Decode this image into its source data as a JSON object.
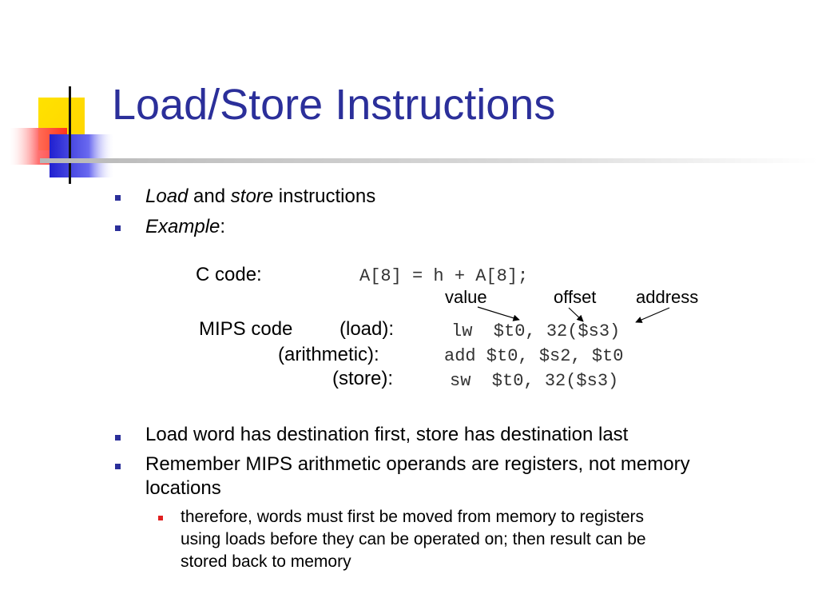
{
  "slide": {
    "title": "Load/Store Instructions",
    "bullets_top": [
      {
        "a": "Load",
        "b": " and ",
        "c": "store",
        "d": " instructions"
      },
      {
        "a": "Example",
        "b": ":"
      }
    ],
    "code": {
      "c_label": "C code:",
      "c_line": "A[8] = h + A[8];",
      "annot_value": "value",
      "annot_offset": "offset",
      "annot_address": "address",
      "mips_label": "MIPS code",
      "load_label": "(load):",
      "arith_label": "(arithmetic):",
      "store_label": "(store):",
      "load_line": "lw  $t0, 32($s3)",
      "arith_line": "add $t0, $s2, $t0",
      "store_line": "sw  $t0, 32($s3)"
    },
    "bullets_bottom": [
      "Load word has destination first, store has destination last",
      "Remember MIPS arithmetic operands are registers, not memory",
      "locations"
    ],
    "sub_bullet": [
      "therefore, words must first be moved from memory to registers",
      "using loads before they can be operated on; then result can be",
      "stored back to memory"
    ],
    "colors": {
      "title": "#2b2f9a",
      "bullet": "#2b2f9a",
      "sub_bullet": "#e02020"
    }
  }
}
